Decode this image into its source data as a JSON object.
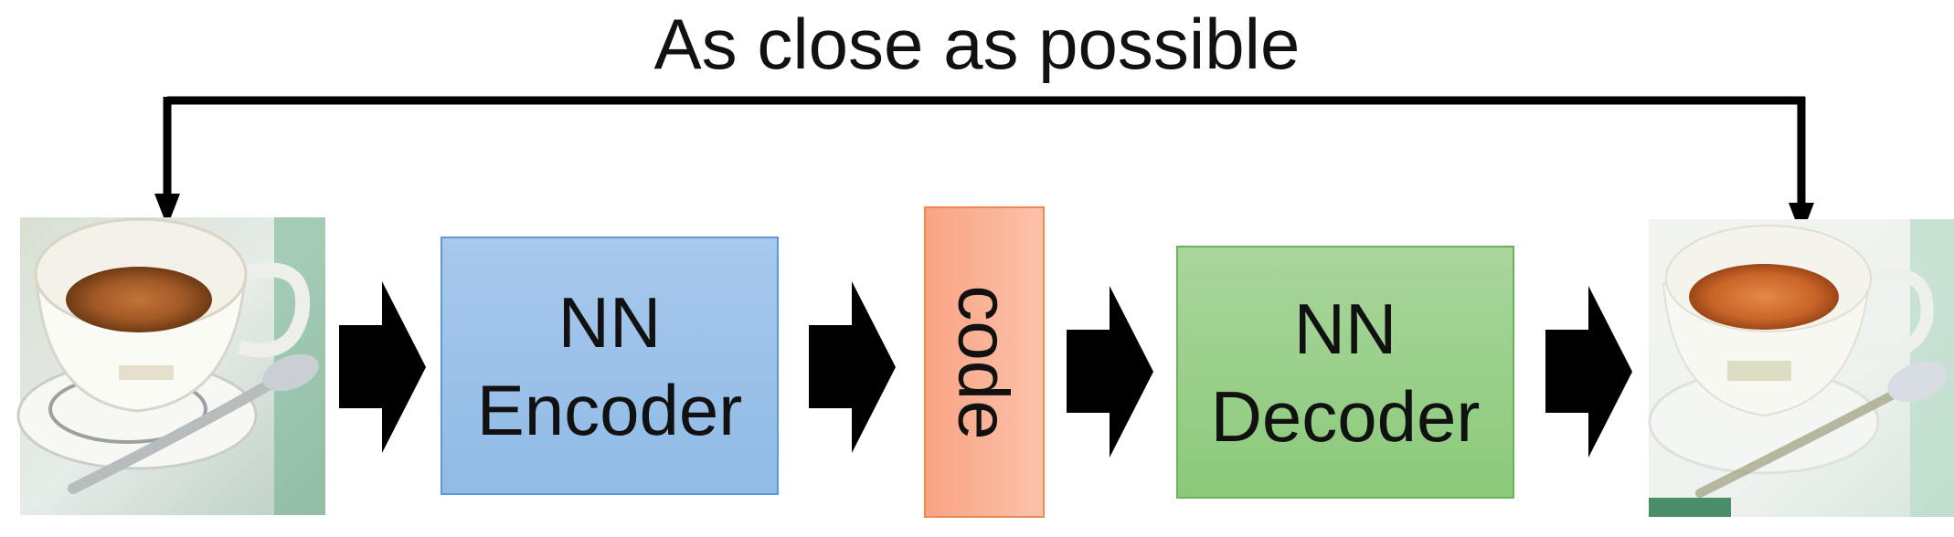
{
  "diagram": {
    "title": "As close as possible",
    "input_image": {
      "icon": "espresso-cup-photo"
    },
    "output_image": {
      "icon": "espresso-cup-reconstructed-photo"
    },
    "encoder": {
      "line1": "NN",
      "line2": "Encoder",
      "fill": "#9fc3eb",
      "border": "#5e98d2"
    },
    "code": {
      "label": "code",
      "fill": "#fbb296",
      "border": "#ee8a4e"
    },
    "decoder": {
      "line1": "NN",
      "line2": "Decoder",
      "fill": "#9ccf8c",
      "border": "#6ab35a"
    },
    "arrow_color": "#000000"
  }
}
